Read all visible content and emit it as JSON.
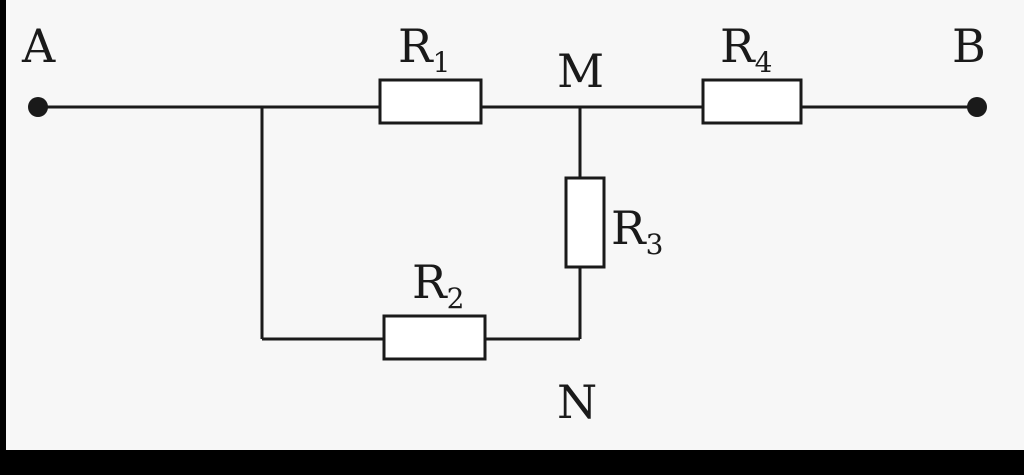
{
  "colors": {
    "background": "#f7f7f7",
    "frame": "#000000",
    "stroke": "#1a1a1a"
  },
  "nodes": {
    "a": "A",
    "b": "B",
    "m": "M",
    "n": "N"
  },
  "resistors": {
    "r1": {
      "letter": "R",
      "index": "1"
    },
    "r2": {
      "letter": "R",
      "index": "2"
    },
    "r3": {
      "letter": "R",
      "index": "3"
    },
    "r4": {
      "letter": "R",
      "index": "4"
    }
  }
}
